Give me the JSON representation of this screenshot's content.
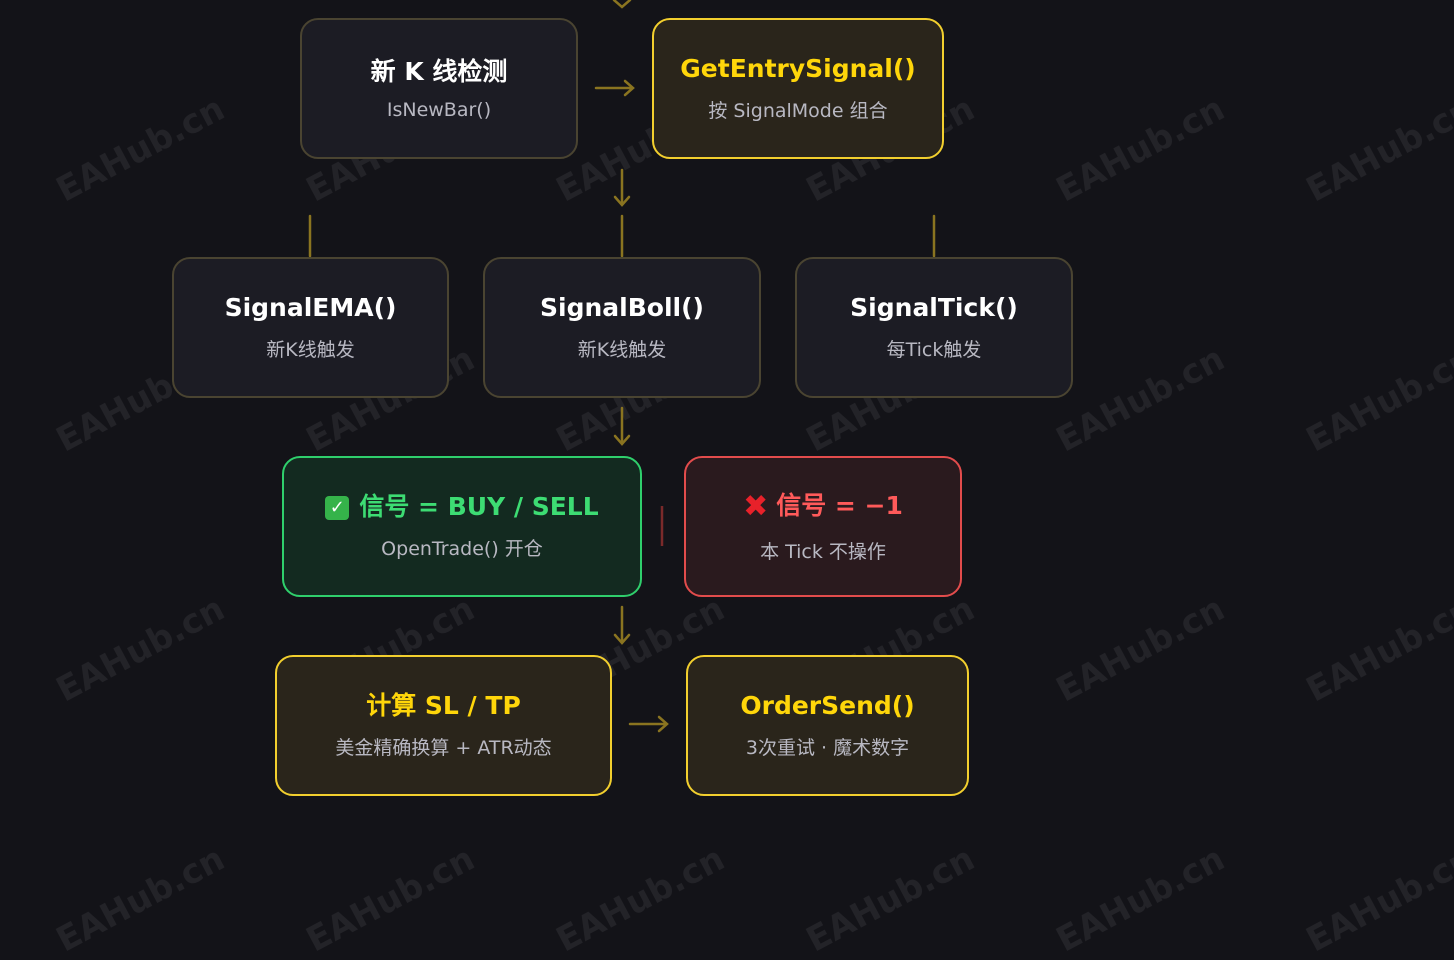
{
  "watermark": "EAHub.cn",
  "nodes": {
    "newbar": {
      "title": "新 K 线检测",
      "sub": "IsNewBar()"
    },
    "entry": {
      "title": "GetEntrySignal()",
      "sub": "按 SignalMode 组合"
    },
    "ema": {
      "title": "SignalEMA()",
      "sub": "新K线触发"
    },
    "boll": {
      "title": "SignalBoll()",
      "sub": "新K线触发"
    },
    "tick": {
      "title": "SignalTick()",
      "sub": "每Tick触发"
    },
    "buysell": {
      "title": "信号 = BUY / SELL",
      "sub": "OpenTrade() 开仓"
    },
    "none": {
      "title": "信号 = −1",
      "sub": "本 Tick 不操作"
    },
    "sltp": {
      "title": "计算 SL / TP",
      "sub": "美金精确换算 + ATR动态"
    },
    "send": {
      "title": "OrderSend()",
      "sub": "3次重试 · 魔术数字"
    }
  },
  "colors": {
    "background": "#131318",
    "gold": "#ffd60a",
    "green": "#3ddc73",
    "red": "#ff5a5a",
    "connector": "#8a7420"
  }
}
